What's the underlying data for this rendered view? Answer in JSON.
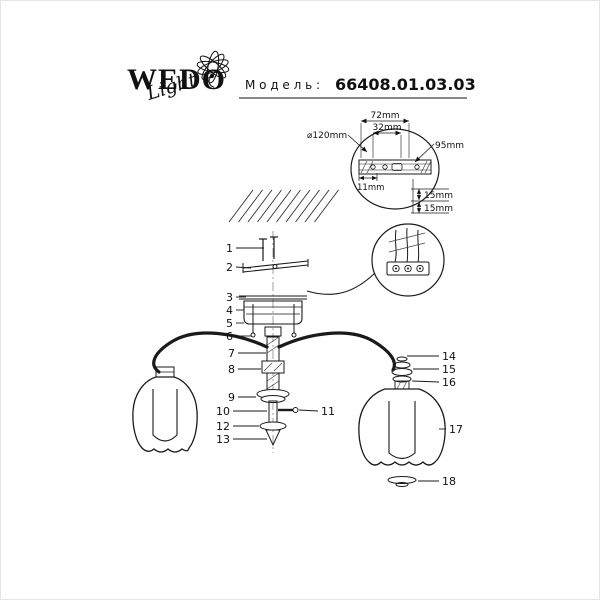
{
  "header": {
    "brand": "WEDO",
    "brand_script": "Light",
    "model_label": "М о д е л ь :",
    "model_value": "66408.01.03.03"
  },
  "detail_top": {
    "dim_72": "72mm",
    "dim_32": "32mm",
    "dim_diameter": "⌀120mm",
    "dim_95": "95mm",
    "dim_11": "11mm",
    "dim_15_upper": "15mm",
    "dim_15_lower": "15mm"
  },
  "parts": [
    "1",
    "2",
    "3",
    "4",
    "5",
    "6",
    "7",
    "8",
    "9",
    "10",
    "11",
    "12",
    "13",
    "14",
    "15",
    "16",
    "17",
    "18"
  ],
  "colors": {
    "line": "#1a1a1a",
    "hatch": "#444444",
    "background": "#ffffff"
  }
}
